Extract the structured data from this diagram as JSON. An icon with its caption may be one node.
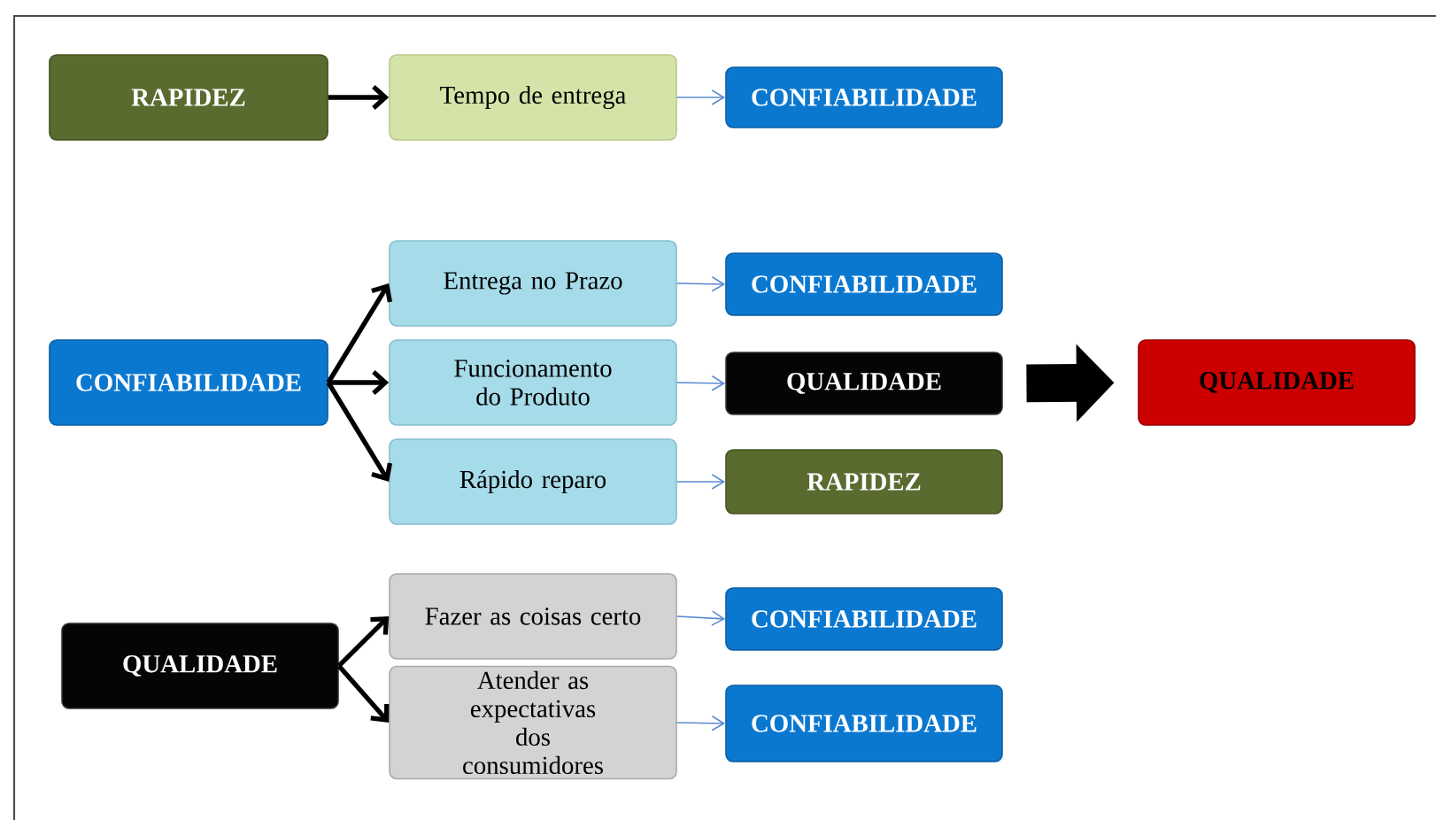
{
  "diagram": {
    "nodes": [
      {
        "text": [
          "RAPIDEZ"
        ]
      },
      {
        "text": [
          "Tempo de entrega"
        ]
      },
      {
        "text": [
          "CONFIABILIDADE"
        ]
      },
      {
        "text": [
          "CONFIABILIDADE"
        ]
      },
      {
        "text": [
          "Entrega no Prazo"
        ]
      },
      {
        "text": [
          "Funcionamento do Produto"
        ]
      },
      {
        "text": [
          "Rápido reparo"
        ]
      },
      {
        "text": [
          "CONFIABILIDADE"
        ]
      },
      {
        "text": [
          "QUALIDADE"
        ]
      },
      {
        "text": [
          "RAPIDEZ"
        ]
      },
      {
        "text": [
          "QUALIDADE"
        ]
      },
      {
        "text": [
          "QUALIDADE"
        ]
      },
      {
        "text": [
          "Fazer as coisas certo"
        ]
      },
      {
        "text": [
          "Atender as expectativas dos consumidores"
        ]
      },
      {
        "text": [
          "CONFIABILIDADE"
        ]
      },
      {
        "text": [
          "CONFIABILIDADE"
        ]
      }
    ],
    "edges": [
      {
        "from": 0,
        "to": 1,
        "arrow": "to"
      },
      {
        "from": 1,
        "to": 2,
        "arrow": "to",
        "color": "#5b8bd0"
      },
      {
        "from": 3,
        "to": 4,
        "arrow": "to"
      },
      {
        "from": 3,
        "to": 5,
        "arrow": "to"
      },
      {
        "from": 3,
        "to": 6,
        "arrow": "to"
      },
      {
        "from": 4,
        "to": 7,
        "arrow": "to",
        "color": "#5b8bd0"
      },
      {
        "from": 5,
        "to": 8,
        "arrow": "to",
        "color": "#5b8bd0"
      },
      {
        "from": 6,
        "to": 9,
        "arrow": "to",
        "color": "#5b8bd0"
      },
      {
        "from": 8,
        "to": 10,
        "arrow": "to",
        "style": "thick"
      },
      {
        "from": 11,
        "to": 12,
        "arrow": "to"
      },
      {
        "from": 11,
        "to": 13,
        "arrow": "to"
      },
      {
        "from": 12,
        "to": 14,
        "arrow": "to",
        "color": "#5b8bd0"
      },
      {
        "from": 13,
        "to": 15,
        "arrow": "to",
        "color": "#5b8bd0"
      }
    ]
  }
}
